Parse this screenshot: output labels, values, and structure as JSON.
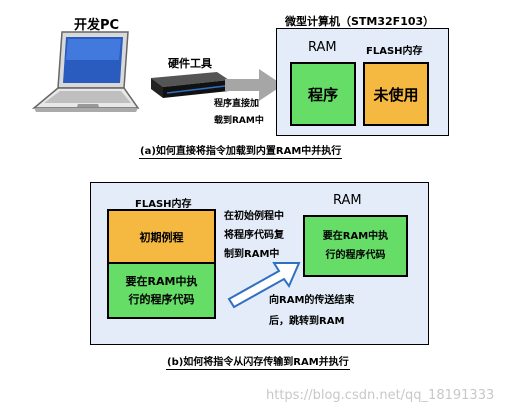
{
  "top": {
    "pc_label": "开发PC",
    "tool_label": "硬件工具",
    "load_note": [
      "程序直接加",
      "载到RAM中"
    ],
    "mcu_title": "微型计算机（STM32F103）",
    "ram_label": "RAM",
    "flash_label": "FLASH内存",
    "program_label": "程序",
    "unused_label": "未使用",
    "caption": "(a)如何直接将指令加载到内置RAM中并执行"
  },
  "bottom": {
    "flash_title": "FLASH内存",
    "init_routine": "初期例程",
    "ram_code_left": [
      "要在RAM中执",
      "行的程序代码"
    ],
    "copy_note": [
      "在初始例程中",
      "将程序代码复",
      "制到RAM中"
    ],
    "ram_title": "RAM",
    "ram_code_right": [
      "要在RAM中执",
      "行的程序代码"
    ],
    "jump_note": [
      "向RAM的传送结束",
      "后，跳转到RAM"
    ],
    "caption": "(b)如何将指令从闪存传输到RAM并执行"
  },
  "watermark": "https://blog.csdn.net/qq_18191333",
  "colors": {
    "panel_bg": "#e3ecf8",
    "panel_border": "#000000",
    "green": "#66dd66",
    "orange": "#f5b942",
    "arrow_gray": "#a6a6a6",
    "arrow_blue": "#2f6fc4"
  }
}
